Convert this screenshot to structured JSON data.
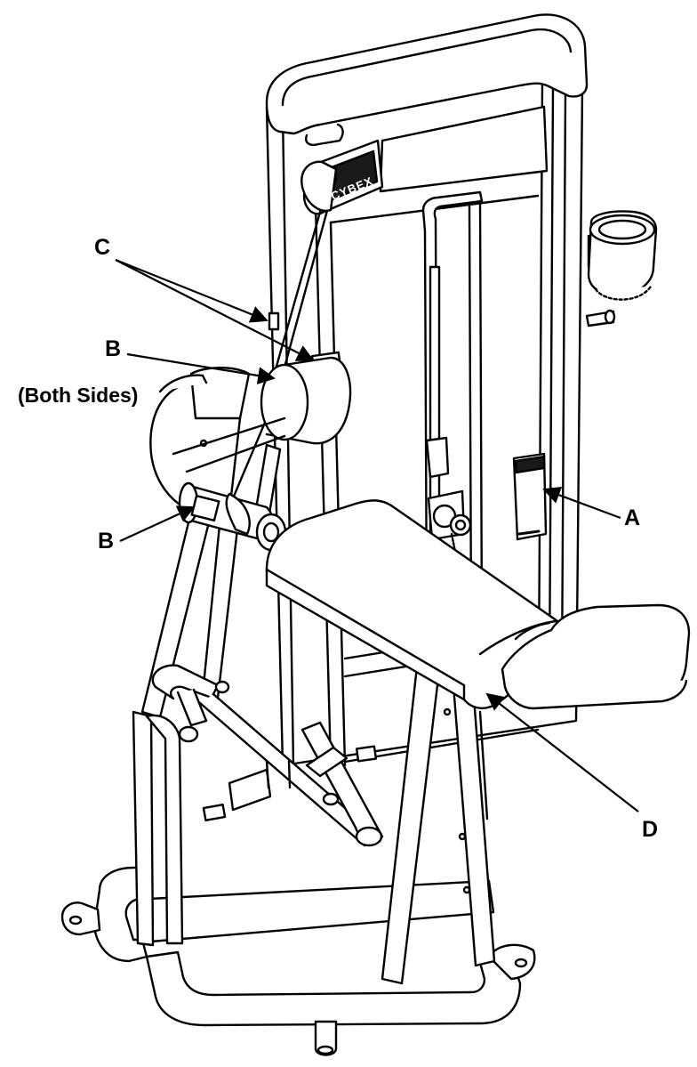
{
  "diagram": {
    "brand_plate_text": "CYBEX",
    "callouts": {
      "A": "A",
      "B_upper": "B",
      "B_lower": "B",
      "C": "C",
      "D": "D",
      "both_sides": "(Both Sides)"
    },
    "colors": {
      "line": "#000000",
      "fill": "#ffffff",
      "dark_label": "#1a1a1a"
    }
  }
}
